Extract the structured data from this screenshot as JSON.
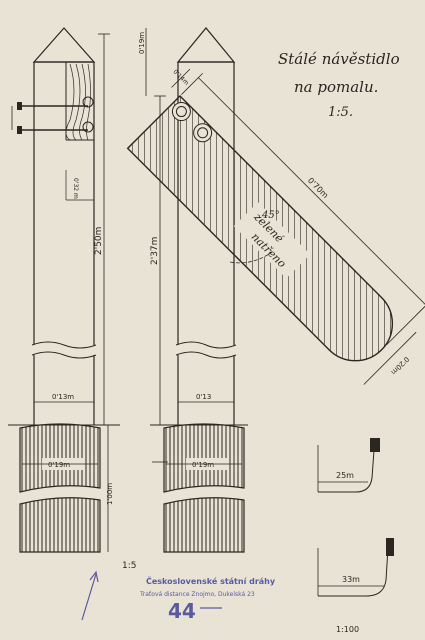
{
  "title": {
    "line1": "Stálé návěstidlo",
    "line2": "na pomalu.",
    "scale": "1:5."
  },
  "arm_labels": {
    "color_line1": "zelené",
    "color_line2": "natřeno",
    "angle": "45°"
  },
  "dimensions": {
    "left_post_height": "2'50m",
    "right_post_height": "2'37m",
    "arm_length": "0'70m",
    "arm_width": "0'20m",
    "top_offset": "0'19m",
    "top_offset_arm": "0'14m",
    "bracket": "0'32 m",
    "left_post_width": "0'13m",
    "left_base_width": "0'19m",
    "right_post_width": "0'13",
    "right_base_width": "0'19m",
    "base_depth": "1'00m",
    "detail_top": "25m",
    "detail_bottom": "33m"
  },
  "scales": {
    "drawing": "1:5",
    "details": "1:100"
  },
  "stamp": {
    "line1": "Československé státní dráhy",
    "line2": "Traťová distance Znojmo, Dukelská 23",
    "number": "44"
  },
  "colors": {
    "paper": "#e9e3d6",
    "ink": "#2a2620",
    "stamp": "#5a5a9e"
  }
}
